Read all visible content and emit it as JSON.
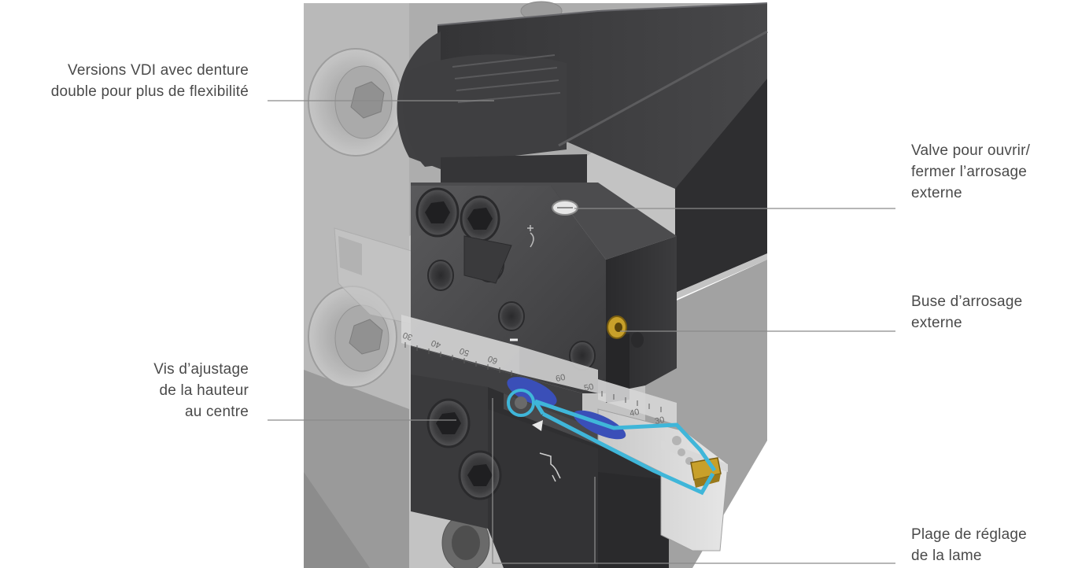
{
  "callouts": {
    "vdi": {
      "lines": [
        "Versions VDI avec denture",
        "double pour plus de flexibilité"
      ]
    },
    "valve": {
      "lines": [
        "Valve pour ouvrir/",
        "fermer l’arrosage",
        "externe"
      ]
    },
    "nozzle": {
      "lines": [
        "Buse d’arrosage",
        "externe"
      ]
    },
    "height_screw": {
      "lines": [
        "Vis d’ajustage",
        "de la hauteur",
        "au centre"
      ]
    },
    "blade_range": {
      "lines": [
        "Plage de réglage",
        "de la lame"
      ]
    }
  },
  "scale_labels": {
    "left": [
      "30",
      "40",
      "50",
      "60"
    ],
    "right": [
      "60",
      "50",
      "40",
      "30"
    ]
  },
  "colors": {
    "leader_line": "#8a8a8a",
    "text": "#4a4a4a",
    "body_dark": "#3b3b3d",
    "body_mid": "#4a4a4c",
    "coolant_blue": "#3fb6d9",
    "insert_gold": "#c8a02a"
  }
}
